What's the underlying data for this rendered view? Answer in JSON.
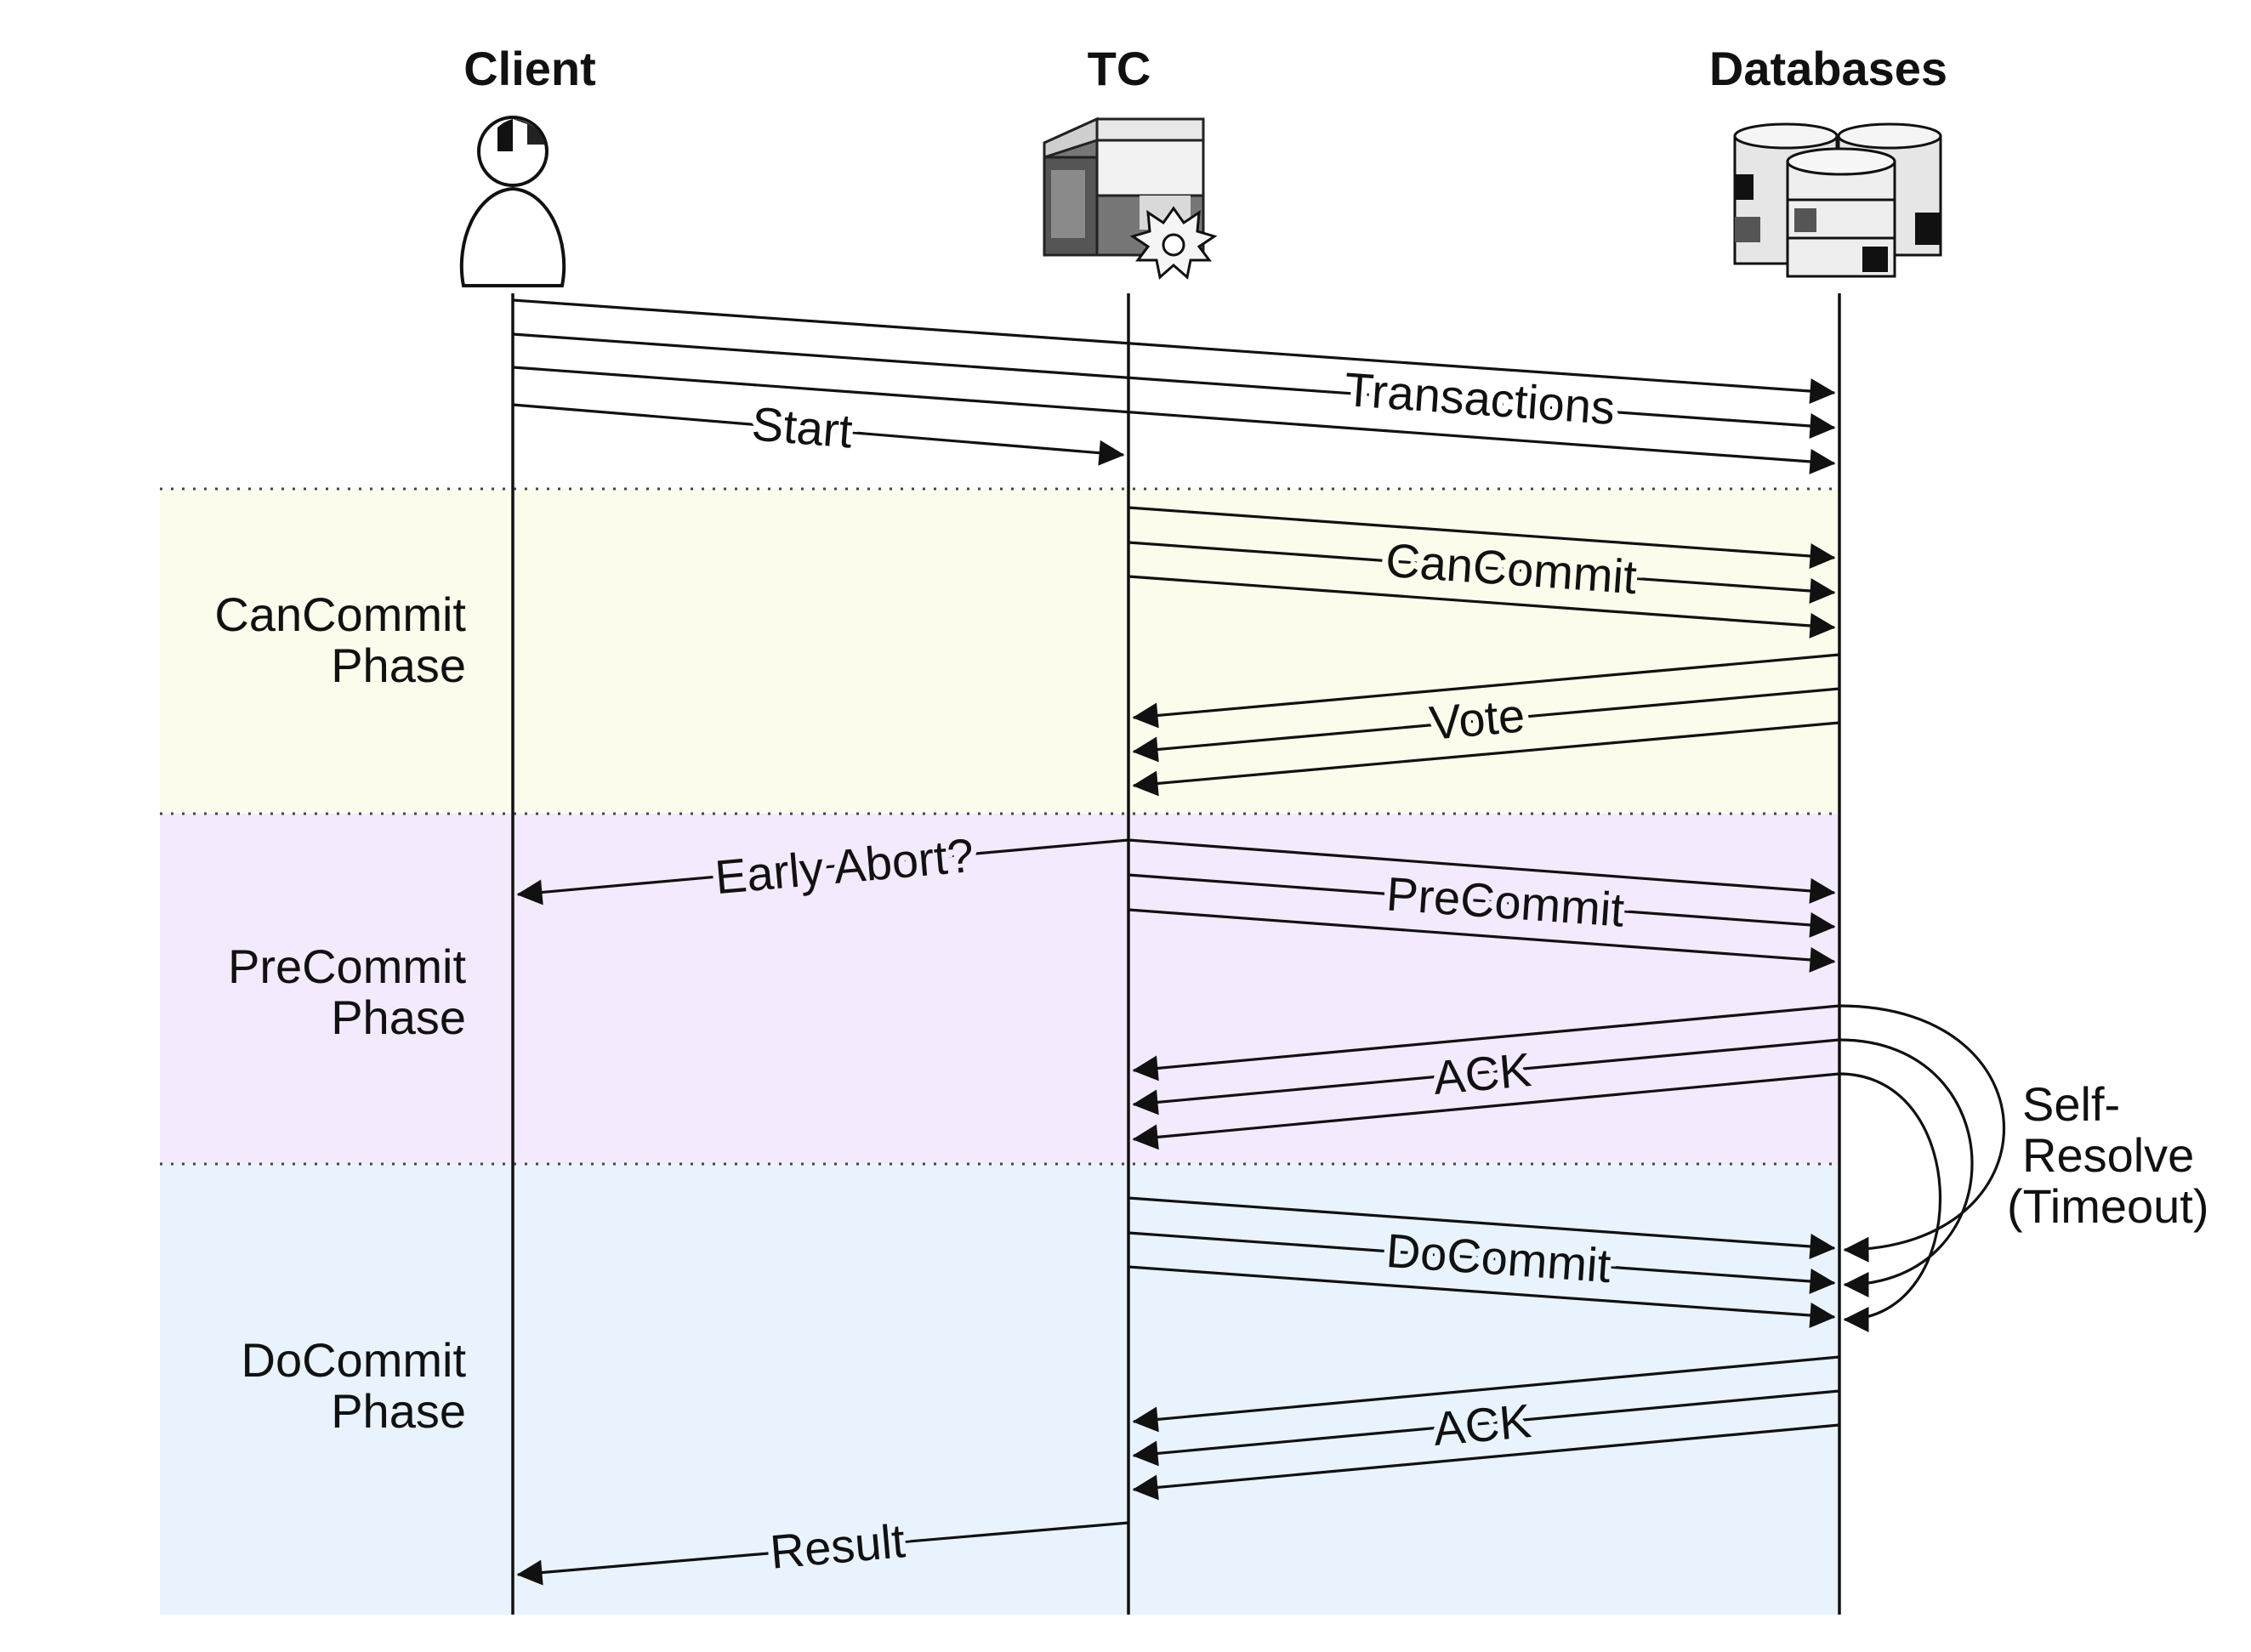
{
  "actors": {
    "client": "Client",
    "tc": "TC",
    "databases": "Databases"
  },
  "phases": [
    {
      "id": "cancommit",
      "line1": "CanCommit",
      "line2": "Phase",
      "color": "#fbfcec"
    },
    {
      "id": "precommit",
      "line1": "PreCommit",
      "line2": "Phase",
      "color": "#f3eafd"
    },
    {
      "id": "docommit",
      "line1": "DoCommit",
      "line2": "Phase",
      "color": "#e9f3fe"
    }
  ],
  "messages": {
    "transactions": "Transactions",
    "start": "Start",
    "cancommit": "CanCommit",
    "vote": "Vote",
    "early_abort": "Early Abort?",
    "precommit": "PreCommit",
    "ack_precommit": "ACK",
    "docommit": "DoCommit",
    "ack_docommit": "ACK",
    "result": "Result"
  },
  "self_resolve": {
    "line1": "Self-",
    "line2": "Resolve",
    "line3": "(Timeout)"
  },
  "icons": {
    "client": "person-icon",
    "tc": "server-gear-icon",
    "databases": "database-stack-icon"
  }
}
